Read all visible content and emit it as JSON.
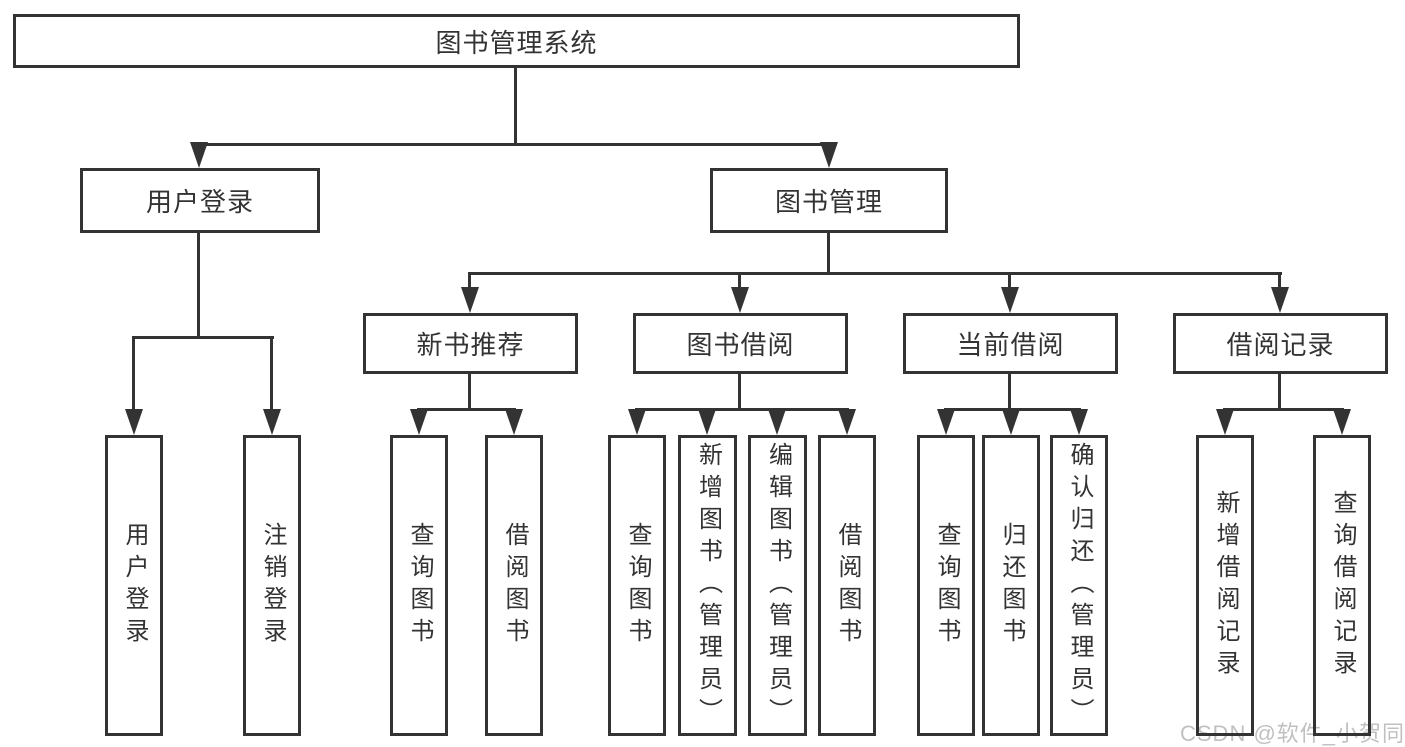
{
  "diagram": {
    "root": {
      "label": "图书管理系统"
    },
    "level2": [
      {
        "label": "用户登录"
      },
      {
        "label": "图书管理"
      }
    ],
    "level3": [
      {
        "label": "新书推荐"
      },
      {
        "label": "图书借阅"
      },
      {
        "label": "当前借阅"
      },
      {
        "label": "借阅记录"
      }
    ],
    "leaves": {
      "user_login": [
        "用户登录",
        "注销登录"
      ],
      "new_book_recommendation": [
        "查询图书",
        "借阅图书"
      ],
      "book_borrowing": [
        "查询图书",
        "新增图书（管理员）",
        "编辑图书（管理员）",
        "借阅图书"
      ],
      "current_borrowing": [
        "查询图书",
        "归还图书",
        "确认归还（管理员）"
      ],
      "borrowing_records": [
        "新增借阅记录",
        "查询借阅记录"
      ]
    }
  },
  "watermark": {
    "text": "CSDN @软件_小贺同学"
  },
  "colors": {
    "line": "#333333",
    "text": "#333333",
    "background": "#ffffff",
    "watermark": "#c0c0c0"
  }
}
